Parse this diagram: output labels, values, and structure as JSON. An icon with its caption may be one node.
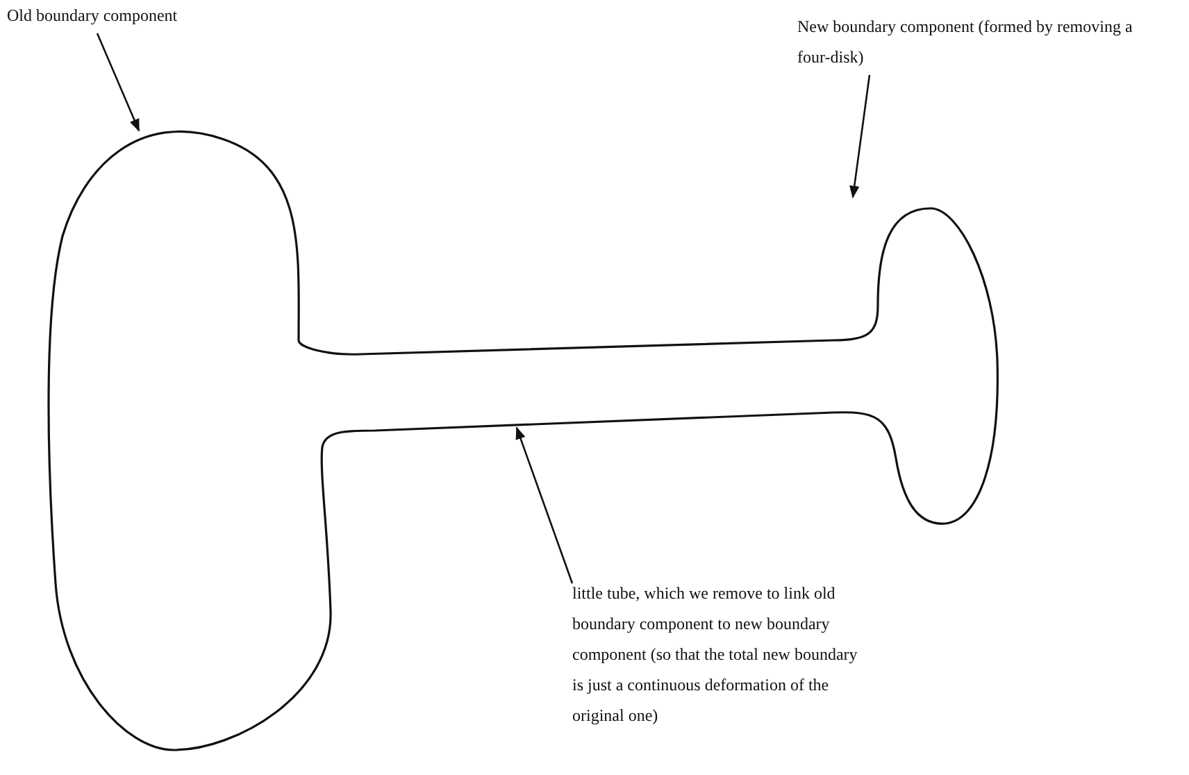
{
  "diagram": {
    "nodes": [
      {
        "text": [
          "Old boundary component"
        ]
      },
      {
        "text": [
          "New boundary component (formed by removing a four-disk)"
        ]
      },
      {
        "text": [
          "little tube, which we remove to link old boundary component to new boundary component (so that the total new boundary is just a continuous deformation of the original one)"
        ]
      }
    ],
    "edges": [
      {
        "from": 0,
        "to": null,
        "arrow": "to"
      },
      {
        "from": 1,
        "to": null,
        "arrow": "to"
      },
      {
        "from": 2,
        "to": null,
        "arrow": "to"
      }
    ]
  }
}
